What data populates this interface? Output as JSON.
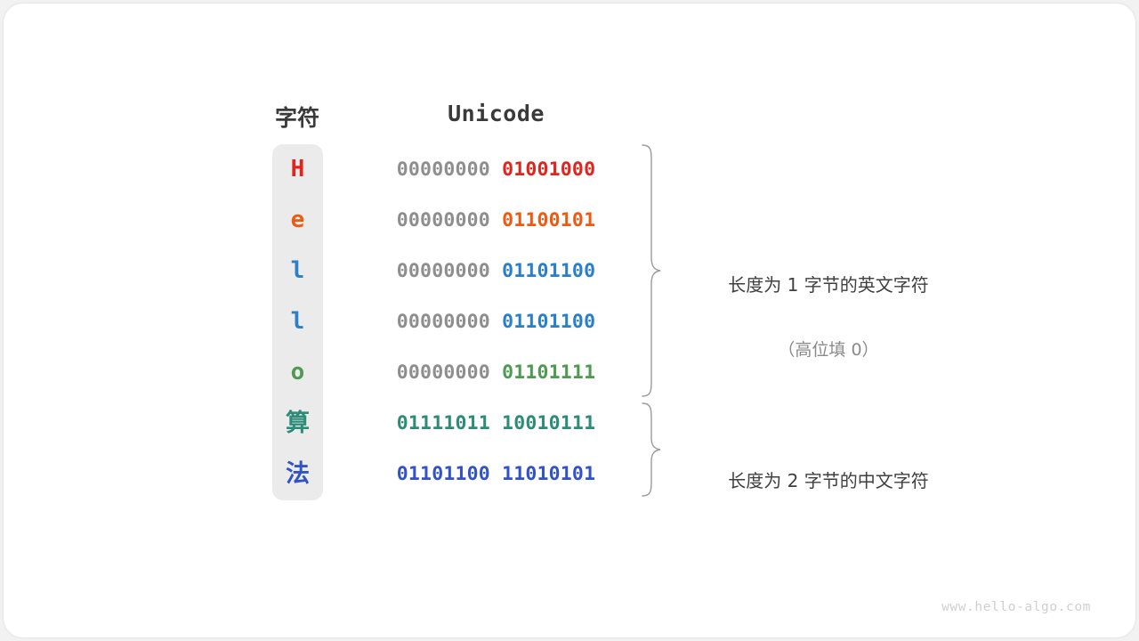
{
  "figure": {
    "watermark": "www.hello-algo.com",
    "headers": {
      "character": "字符",
      "unicode": "Unicode"
    },
    "colors": {
      "panel_bg": "#ebebeb",
      "high_byte": "#8e8e8e",
      "red": "#e0241e",
      "orange": "#ec5b13",
      "blue": "#2a7fc9",
      "green": "#4e9a51",
      "teal": "#2e8b77",
      "indigo": "#3253c8",
      "annotation_primary": "#3f3f3f",
      "annotation_secondary": "#8a8a8a",
      "brace": "#9a9a9a",
      "watermark": "#cfcfcf"
    },
    "rows": [
      {
        "char": "H",
        "char_color": "#e0241e",
        "high": "00000000 ",
        "low": "01001000",
        "low_color": "#e0241e",
        "cjk": false
      },
      {
        "char": "e",
        "char_color": "#ec5b13",
        "high": "00000000 ",
        "low": "01100101",
        "low_color": "#ec5b13",
        "cjk": false
      },
      {
        "char": "l",
        "char_color": "#2a7fc9",
        "high": "00000000 ",
        "low": "01101100",
        "low_color": "#2a7fc9",
        "cjk": false
      },
      {
        "char": "l",
        "char_color": "#2a7fc9",
        "high": "00000000 ",
        "low": "01101100",
        "low_color": "#2a7fc9",
        "cjk": false
      },
      {
        "char": "o",
        "char_color": "#4e9a51",
        "high": "00000000 ",
        "low": "01101111",
        "low_color": "#4e9a51",
        "cjk": false
      },
      {
        "char": "算",
        "char_color": "#2e8b77",
        "high": "",
        "low": "01111011 10010111",
        "low_color": "#2e8b77",
        "cjk": true
      },
      {
        "char": "法",
        "char_color": "#3253c8",
        "high": "",
        "low": "01101100 11010101",
        "low_color": "#3253c8",
        "cjk": true
      }
    ],
    "annotations": [
      {
        "line1": "长度为 1 字节的英文字符",
        "line2": "（高位填 0）"
      },
      {
        "line1": "长度为 2 字节的中文字符",
        "line2": ""
      }
    ]
  }
}
